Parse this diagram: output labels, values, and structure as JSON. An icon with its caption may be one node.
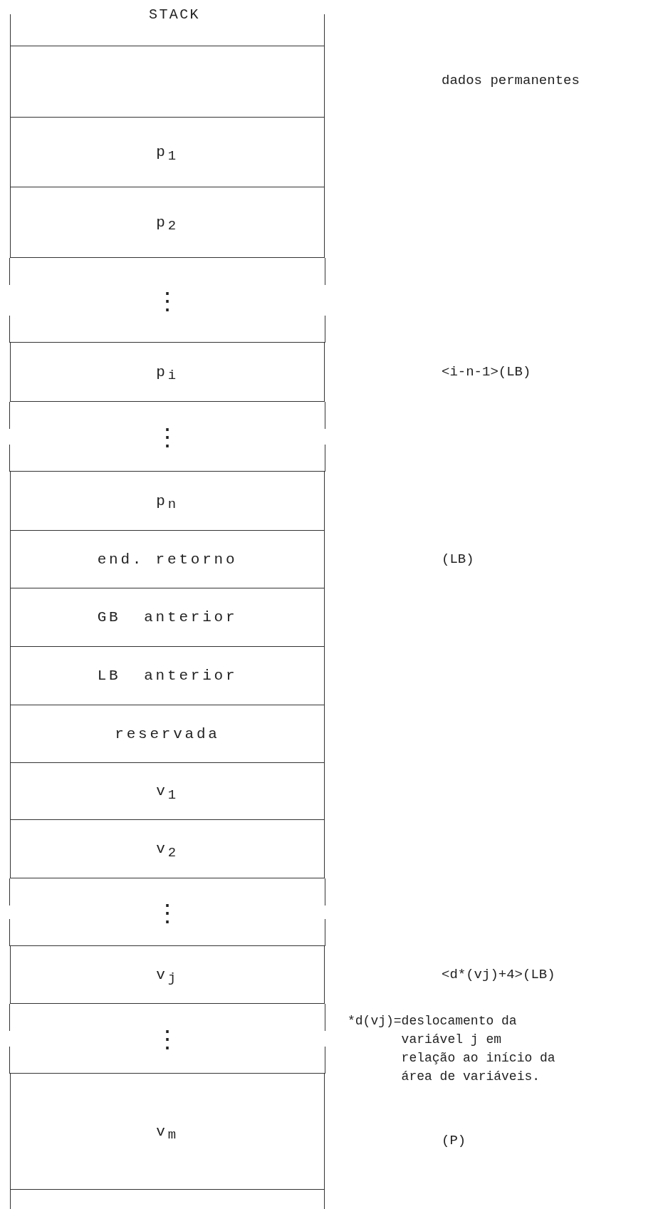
{
  "diagram": {
    "title": "STACK",
    "nodes": [
      {
        "text": [],
        "shape": "box"
      },
      {
        "text": [
          "p$_{1}$"
        ]
      },
      {
        "text": [
          "p$_{2}$"
        ]
      },
      {
        "text": [
          "⋮"
        ]
      },
      {
        "text": [
          "p$_{i}$"
        ]
      },
      {
        "text": [
          "⋮"
        ]
      },
      {
        "text": [
          "p$_{n}$"
        ]
      },
      {
        "text": [
          "end. retorno"
        ]
      },
      {
        "text": [
          "GB  anterior"
        ]
      },
      {
        "text": [
          "LB  anterior"
        ]
      },
      {
        "text": [
          "reservada"
        ]
      },
      {
        "text": [
          "v$_{1}$"
        ]
      },
      {
        "text": [
          "v$_{2}$"
        ]
      },
      {
        "text": [
          "⋮"
        ]
      },
      {
        "text": [
          "v$_{j}$"
        ]
      },
      {
        "text": [
          "⋮"
        ]
      },
      {
        "text": [
          "v$_{m}$"
        ]
      },
      {
        "text": [],
        "shape": "box"
      }
    ],
    "labels": [
      "dados permanentes",
      "<i-n-1>(LB)",
      "(LB)",
      "<d*(vj)+4>(LB)",
      "*d(vj)=deslocamento da variável j em relação ao início da área de variáveis.",
      "(P)"
    ]
  }
}
